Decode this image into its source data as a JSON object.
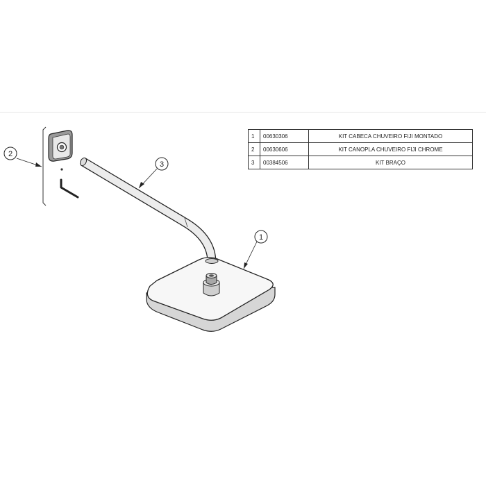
{
  "callouts": [
    {
      "id": "callout-1",
      "label": "1"
    },
    {
      "id": "callout-2",
      "label": "2"
    },
    {
      "id": "callout-3",
      "label": "3"
    }
  ],
  "parts": [
    {
      "num": "1",
      "code": "00630306",
      "description": "KIT CABECA CHUVEIRO FIJI MONTADO"
    },
    {
      "num": "2",
      "code": "00630606",
      "description": "KIT CANOPLA CHUVEIRO FIJI CHROME"
    },
    {
      "num": "3",
      "code": "00384506",
      "description": "KIT BRAÇO"
    }
  ]
}
